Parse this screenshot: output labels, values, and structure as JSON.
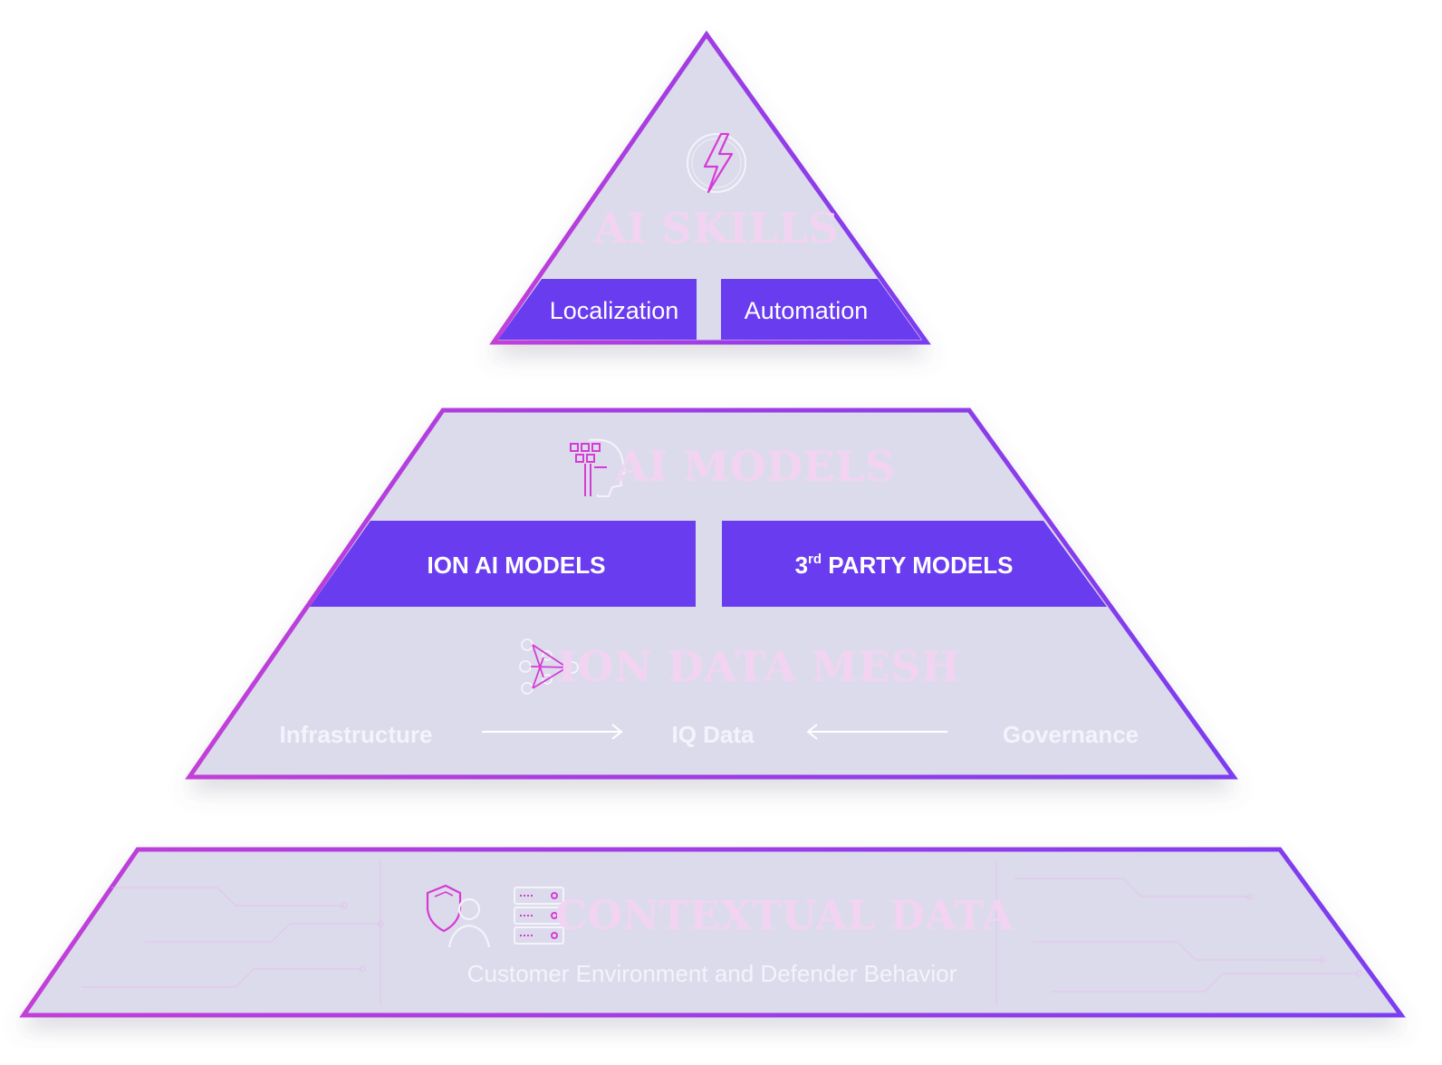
{
  "colors": {
    "tier_fill": "#dcdbeb",
    "border_start": "#c23fd8",
    "border_end": "#7b3cf0",
    "box_fill": "#6a3cf0",
    "title_text": "#f2d4f2",
    "icon_stroke": "#d63bd6",
    "arrow": "#ffffff"
  },
  "skills": {
    "title": "AI SKILLS",
    "icon": "lightning-bolt-icon",
    "boxes": [
      "Localization",
      "Automation"
    ]
  },
  "models": {
    "title": "AI MODELS",
    "icon": "brain-circuit-head-icon",
    "box_left": "ION AI MODELS",
    "box_right_prefix": "3",
    "box_right_sup": "rd",
    "box_right_suffix": " PARTY MODELS"
  },
  "mesh": {
    "title": "ION DATA MESH",
    "icon": "neural-network-icon",
    "flow": [
      "Infrastructure",
      "IQ Data",
      "Governance"
    ]
  },
  "contextual": {
    "title": "CONTEXTUAL DATA",
    "icons": [
      "shield-person-icon",
      "server-rack-icon"
    ],
    "subtitle": "Customer Environment and Defender Behavior"
  }
}
